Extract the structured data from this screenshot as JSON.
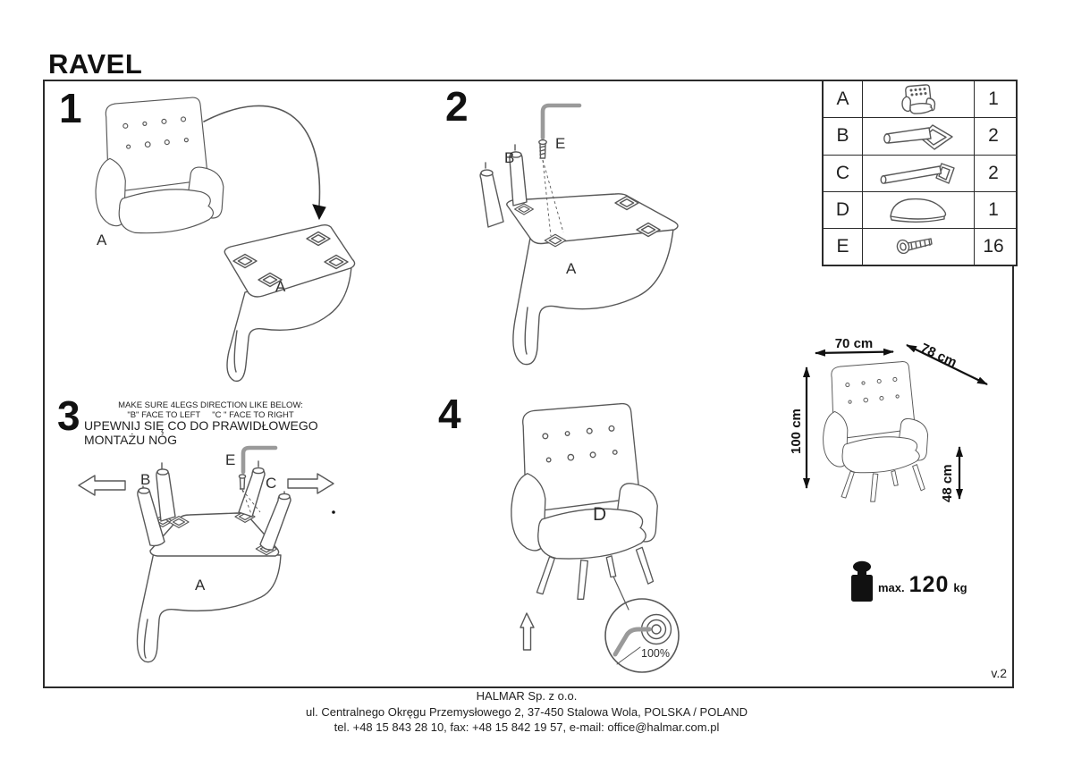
{
  "doc": {
    "title": "RAVEL",
    "version": "v.2"
  },
  "steps": {
    "s1": {
      "number": "1",
      "chair_label": "A",
      "base_label": "A"
    },
    "s2": {
      "number": "2",
      "leg_label": "B",
      "screw_label": "E",
      "base_label": "A"
    },
    "s3": {
      "number": "3",
      "note_en_line1": "MAKE SURE 4LEGS DIRECTION LIKE BELOW:",
      "note_en_line2": "\"B\" FACE TO LEFT     \"C \" FACE TO RIGHT",
      "note_pl": "UPEWNIJ SIĘ CO DO PRAWIDŁOWEGO MONTAŻU NÓG",
      "left_leg_label": "B",
      "screw_label": "E",
      "right_leg_label": "C",
      "base_label": "A"
    },
    "s4": {
      "number": "4",
      "cushion_label": "D",
      "detail_tighten": "100%"
    }
  },
  "parts_table": {
    "rows": [
      {
        "letter": "A",
        "icon": "armchair-icon",
        "qty": "1"
      },
      {
        "letter": "B",
        "icon": "front-leg-icon",
        "qty": "2"
      },
      {
        "letter": "C",
        "icon": "back-leg-icon",
        "qty": "2"
      },
      {
        "letter": "D",
        "icon": "seat-cushion-icon",
        "qty": "1"
      },
      {
        "letter": "E",
        "icon": "screw-icon",
        "qty": "16"
      }
    ]
  },
  "dimensions": {
    "width": "70 cm",
    "depth": "78 cm",
    "height": "100 cm",
    "seat_height": "48 cm"
  },
  "max_load": {
    "prefix": "max.",
    "value": "120",
    "unit": "kg"
  },
  "footer": {
    "company": "HALMAR Sp. z o.o.",
    "address": "ul. Centralnego Okręgu Przemysłowego 2, 37-450 Stalowa Wola, POLSKA / POLAND",
    "contact": "tel. +48 15 843 28 10, fax: +48 15 842 19 57, e-mail: office@halmar.com.pl"
  },
  "colors": {
    "ink": "#1a1a1a",
    "line_art": "#585858",
    "tool_gray": "#9a9a9a"
  }
}
